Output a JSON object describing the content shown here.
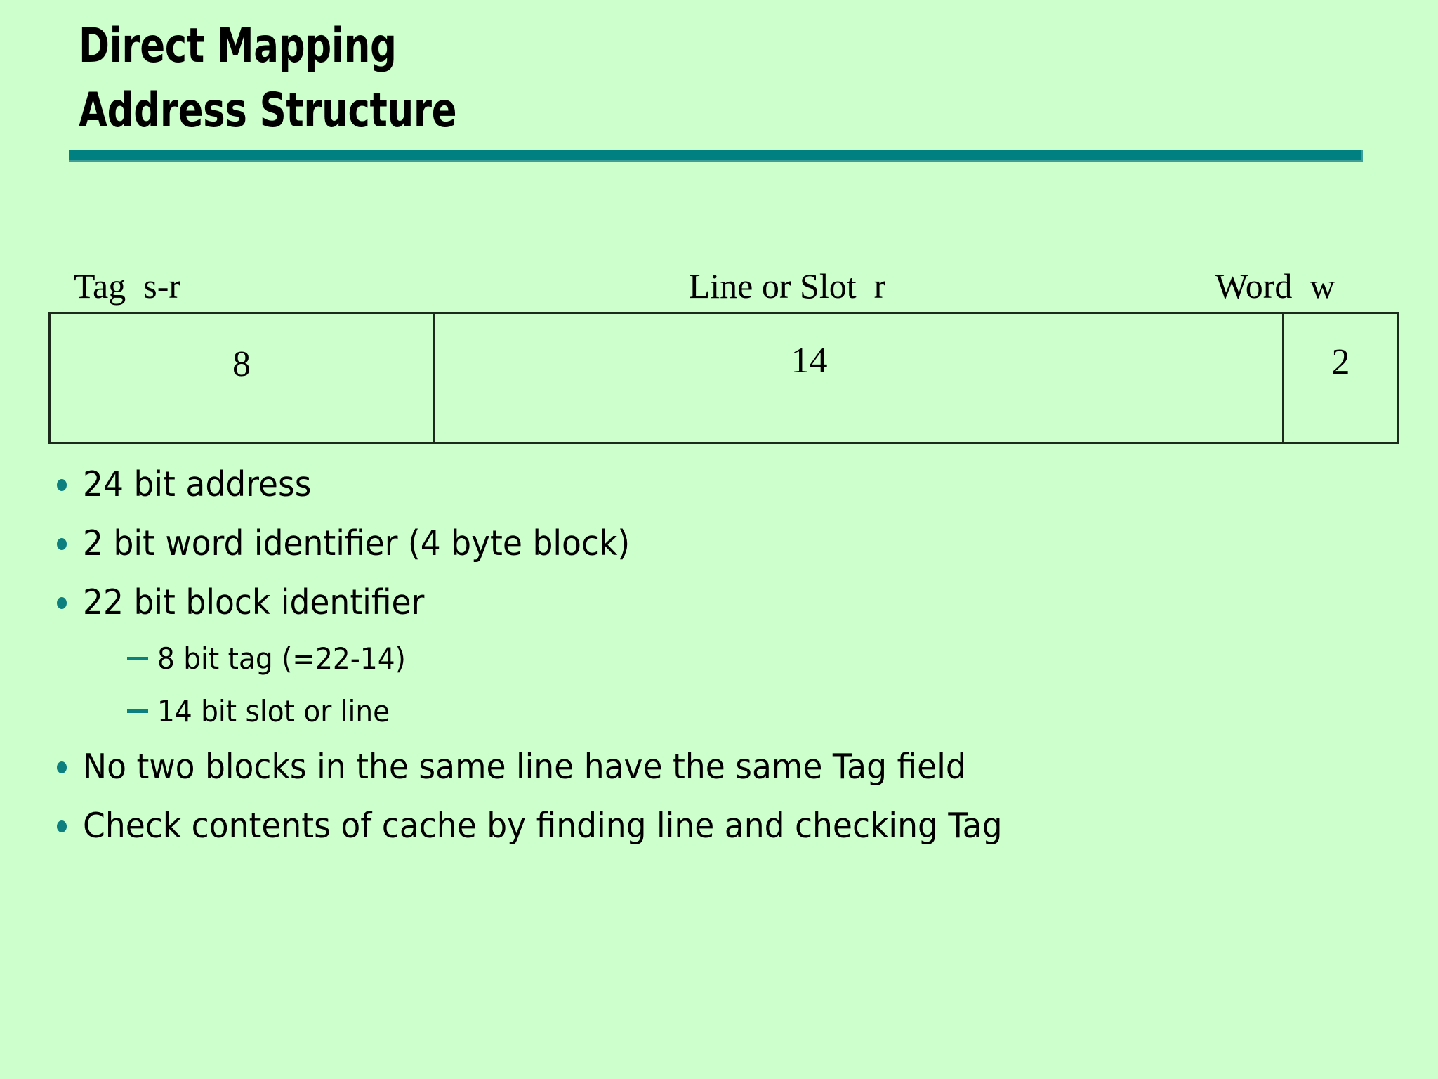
{
  "slide": {
    "background_color": "#CCFFCC",
    "accent_color": "#008080",
    "title": {
      "line1": "Direct Mapping",
      "line2": "Address Structure"
    }
  },
  "address_structure": {
    "columns": [
      {
        "header": "Tag  s-r",
        "bits": "8"
      },
      {
        "header": "Line or Slot  r",
        "bits": "14"
      },
      {
        "header": "Word  w",
        "bits": "2"
      }
    ]
  },
  "bullets": [
    {
      "level": 1,
      "marker": "bullet-dot",
      "text": "24 bit address"
    },
    {
      "level": 1,
      "marker": "bullet-dot",
      "text": "2 bit word identifier (4 byte block)"
    },
    {
      "level": 1,
      "marker": "bullet-dot",
      "text": "22 bit block identifier"
    },
    {
      "level": 2,
      "marker": "bullet-dash",
      "text": "8 bit tag (=22-14)"
    },
    {
      "level": 2,
      "marker": "bullet-dash",
      "text": "14 bit slot or line"
    },
    {
      "level": 1,
      "marker": "bullet-dot",
      "text": "No two blocks in the same line have the same Tag field"
    },
    {
      "level": 1,
      "marker": "bullet-dot",
      "text": "Check contents of cache by finding line and checking Tag"
    }
  ]
}
